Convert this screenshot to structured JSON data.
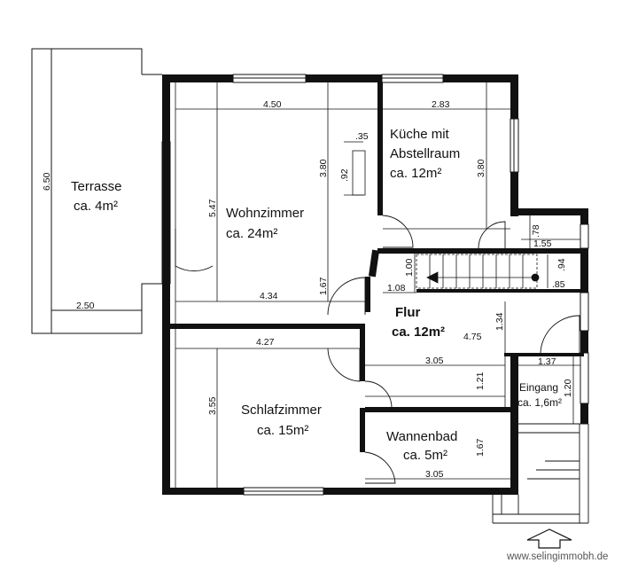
{
  "rooms": {
    "terrasse": {
      "name": "Terrasse",
      "area": "ca. 4m²"
    },
    "wohnzimmer": {
      "name": "Wohnzimmer",
      "area": "ca. 24m²"
    },
    "kueche": {
      "name": "Küche mit",
      "name2": "Abstellraum",
      "area": "ca. 12m²"
    },
    "flur": {
      "name": "Flur",
      "area": "ca. 12m²"
    },
    "schlafzimmer": {
      "name": "Schlafzimmer",
      "area": "ca. 15m²"
    },
    "wannenbad": {
      "name": "Wannenbad",
      "area": "ca. 5m²"
    },
    "eingang": {
      "name": "Eingang",
      "area": "ca. 1,6m²"
    }
  },
  "dimensions": {
    "terrasse_h": "6.50",
    "terrasse_w": "2.50",
    "wohn_top": "4.50",
    "wohn_bottom": "4.34",
    "wohn_h": "5.47",
    "wohn_niche_h": "3.80",
    "wohn_niche_a": ".35",
    "wohn_niche_b": ".92",
    "wohn_flur_h": "1.67",
    "kueche_w": "2.83",
    "kueche_h": "3.80",
    "stair_a": ".78",
    "stair_b": "1.55",
    "stair_c": "1.00",
    "stair_d": "1.08",
    "stair_e": ".94",
    "stair_f": ".85",
    "schlaf_w": "4.27",
    "schlaf_h": "3.55",
    "flur_w": "4.75",
    "flur_h": "1.34",
    "flur_lower_w": "3.05",
    "flur_lower_h": "1.21",
    "eingang_w": "1.37",
    "eingang_h": "1.20",
    "bad_h": "1.67",
    "bad_w": "3.05"
  },
  "watermark": "www.selingimmobh.de"
}
